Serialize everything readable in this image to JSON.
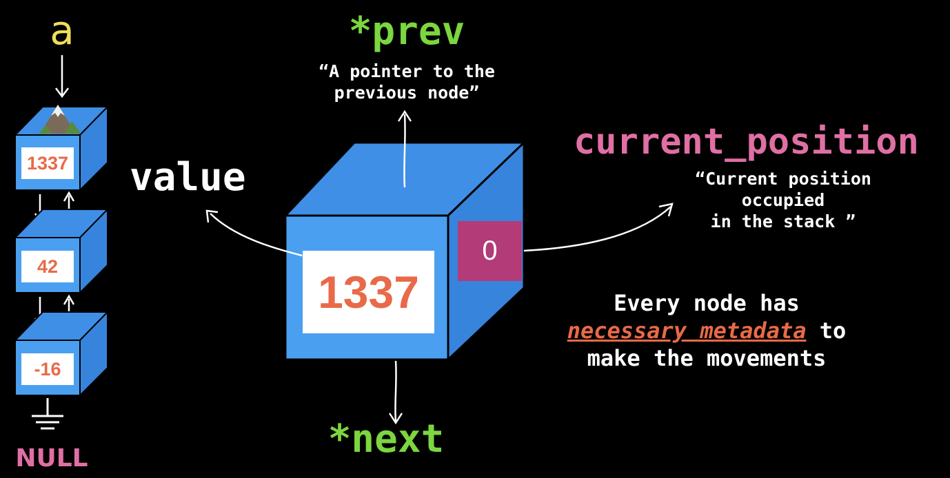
{
  "colors": {
    "background": "#000000",
    "pointer_a": "#f0de5a",
    "prev_next": "#7bd63f",
    "current_position": "#e06fa4",
    "null_label": "#e06fa4",
    "cube_front": "#4a9ff0",
    "cube_top": "#3f8fe6",
    "cube_side": "#3784dc",
    "cube_edge": "#000000",
    "value_text": "#e86a48",
    "value_box": "#ffffff",
    "position_box": "#b23b78",
    "highlight": "#e86a48"
  },
  "stack": {
    "head_label": "a",
    "nodes": [
      {
        "value": "1337",
        "icon": "mountain-icon"
      },
      {
        "value": "42"
      },
      {
        "value": "-16"
      }
    ],
    "null_label": "NULL",
    "ground_icon": "ground-icon"
  },
  "node_detail": {
    "prev": {
      "label": "*prev",
      "description": "“A pointer to the previous node”"
    },
    "value": {
      "label": "value",
      "number": "1337"
    },
    "current_position": {
      "label": "current_position",
      "number": "0",
      "description": "“Current position\noccupied\nin the stack ”"
    },
    "next": {
      "label": "*next"
    }
  },
  "note": {
    "line1": "Every node has",
    "highlight": "necessary metadata",
    "line2_tail": " to",
    "line3": "make the movements"
  }
}
